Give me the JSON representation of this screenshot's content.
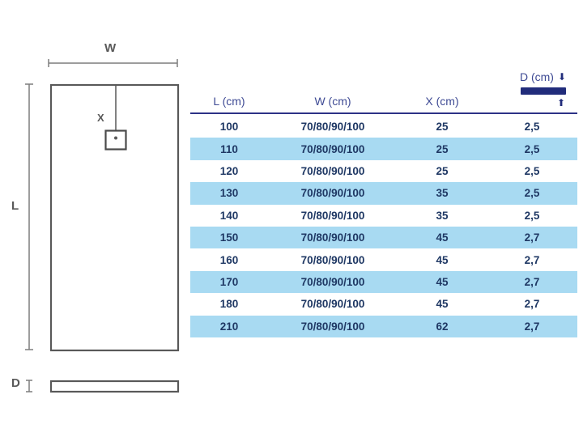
{
  "diagram": {
    "width_label": "W",
    "length_label": "L",
    "drain_offset_label": "X",
    "depth_label": "D"
  },
  "table": {
    "headers": {
      "length": "L (cm)",
      "width": "W (cm)",
      "drain_offset": "X (cm)",
      "depth": "D (cm)"
    },
    "rows": [
      {
        "l": "100",
        "w": "70/80/90/100",
        "x": "25",
        "d": "2,5"
      },
      {
        "l": "110",
        "w": "70/80/90/100",
        "x": "25",
        "d": "2,5"
      },
      {
        "l": "120",
        "w": "70/80/90/100",
        "x": "25",
        "d": "2,5"
      },
      {
        "l": "130",
        "w": "70/80/90/100",
        "x": "35",
        "d": "2,5"
      },
      {
        "l": "140",
        "w": "70/80/90/100",
        "x": "35",
        "d": "2,5"
      },
      {
        "l": "150",
        "w": "70/80/90/100",
        "x": "45",
        "d": "2,7"
      },
      {
        "l": "160",
        "w": "70/80/90/100",
        "x": "45",
        "d": "2,7"
      },
      {
        "l": "170",
        "w": "70/80/90/100",
        "x": "45",
        "d": "2,7"
      },
      {
        "l": "180",
        "w": "70/80/90/100",
        "x": "45",
        "d": "2,7"
      },
      {
        "l": "210",
        "w": "70/80/90/100",
        "x": "62",
        "d": "2,7"
      }
    ]
  },
  "icons": {
    "depth_down_arrow": "⬇",
    "depth_up_arrow": "⬆"
  },
  "colors": {
    "accent_navy": "#212c7b",
    "header_separator": "#2d3286",
    "header_text": "#3e4a94",
    "value_text": "#1f3864",
    "row_highlight": "#a8daf2",
    "diagram_gray": "#595959"
  }
}
